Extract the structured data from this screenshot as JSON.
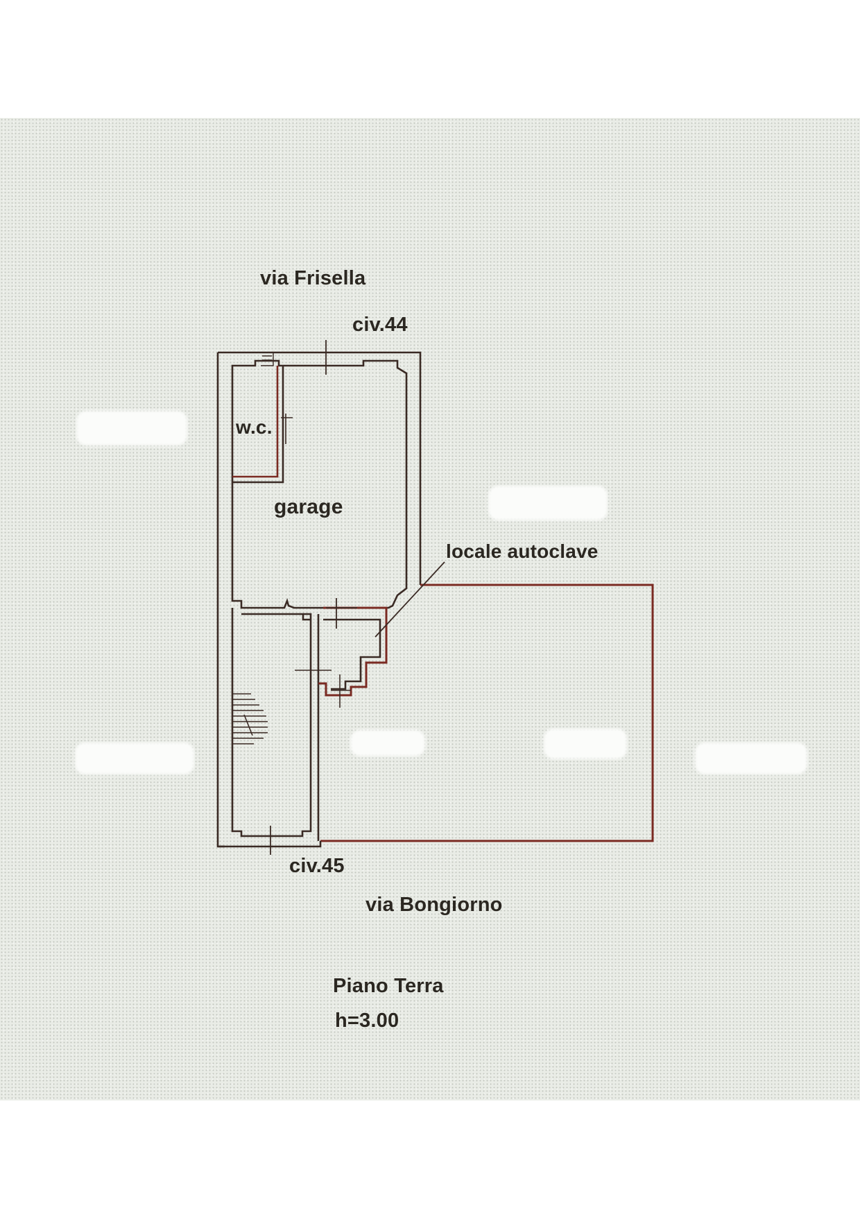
{
  "streets": {
    "north": "via Frisella",
    "south": "via Bongiorno"
  },
  "civic_numbers": {
    "north": "civ.44",
    "south": "civ.45"
  },
  "rooms": {
    "wc": "w.c.",
    "garage": "garage",
    "autoclave": "locale autoclave"
  },
  "floor": {
    "name": "Piano Terra",
    "height": "h=3.00"
  },
  "colors": {
    "paper": "#e9ece6",
    "wall_fill": "#f3f1e7",
    "wall_line": "#3a2a24",
    "wall_accent": "#7a2a22",
    "text": "#2b2721"
  }
}
